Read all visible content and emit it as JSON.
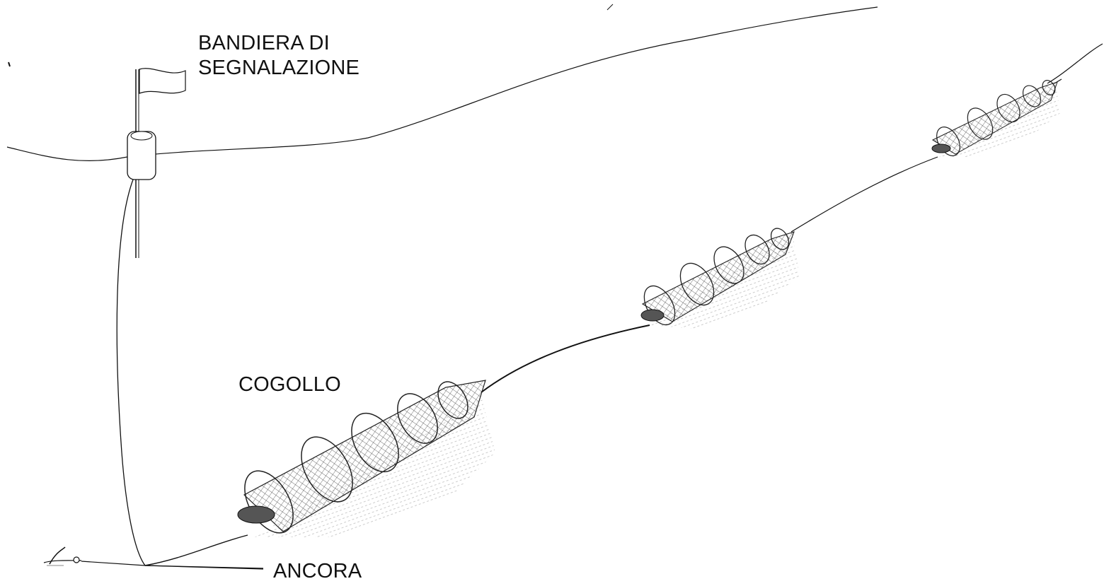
{
  "labels": {
    "flag_line1": "BANDIERA DI",
    "flag_line2": "SEGNALAZIONE",
    "trap": "COGOLLO",
    "anchor": "ANCORA"
  },
  "colors": {
    "ink": "#111111",
    "net": "#3a3a3a",
    "seabed_shade": "#c8c8c8",
    "background": "#ffffff"
  },
  "icons": [
    "flag-icon",
    "buoy-icon",
    "anchor-icon",
    "fyke-net-trap-icon"
  ]
}
